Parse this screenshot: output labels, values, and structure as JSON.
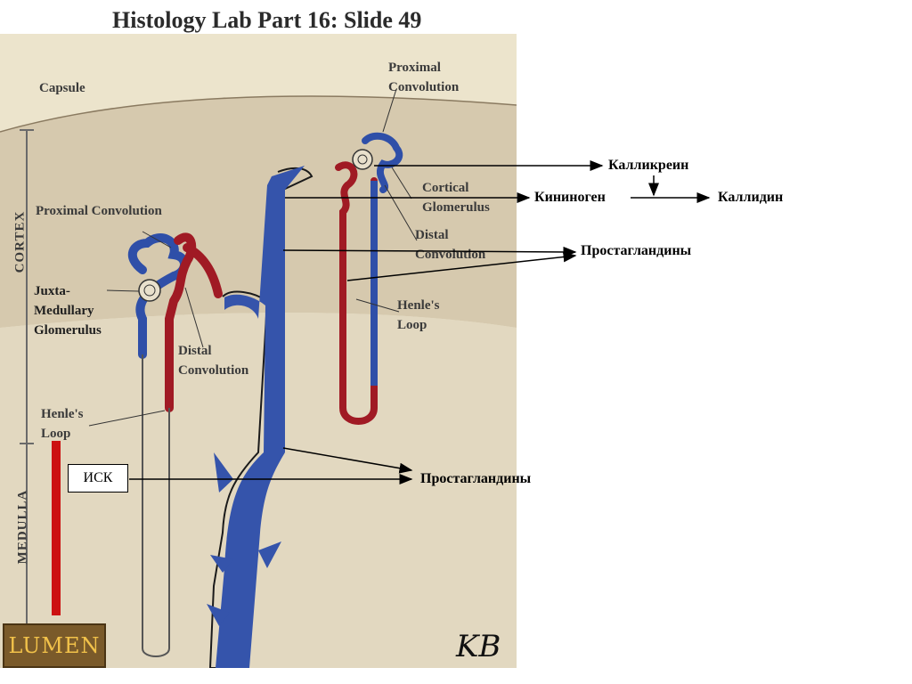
{
  "slide_title": "Histology Lab Part 16: Slide 49",
  "figure": {
    "labels": {
      "capsule": "Capsule",
      "proximal_convolution_top": "Proximal Convolution",
      "cortical_glomerulus": "Cortical Glomerulus",
      "distal_convolution_right": "Distal Convolution",
      "henles_loop_right": "Henle's Loop",
      "proximal_convolution_left": "Proximal Convolution",
      "juxta_medullary_glomerulus": "Juxta-Medullary Glomerulus",
      "distal_convolution_left": "Distal Convolution",
      "henles_loop_left": "Henle's Loop",
      "cortex": "CORTEX",
      "medulla": "MEDULLA"
    },
    "logo_text": "LUMEN",
    "signature": "KB",
    "colors": {
      "background": "#ece4cc",
      "cortex_band": "#d8ccb2",
      "vessel_blue": "#2f4fa8",
      "vessel_red": "#a01a24",
      "indicator_red": "#cc1111"
    }
  },
  "annotations": {
    "kallikrein": "Калликреин",
    "kininogen": "Кининоген",
    "kallidin": "Каллидин",
    "prostaglandins_1": "Простагландины",
    "prostaglandins_2": "Простагландины",
    "isk": "ИСК"
  }
}
